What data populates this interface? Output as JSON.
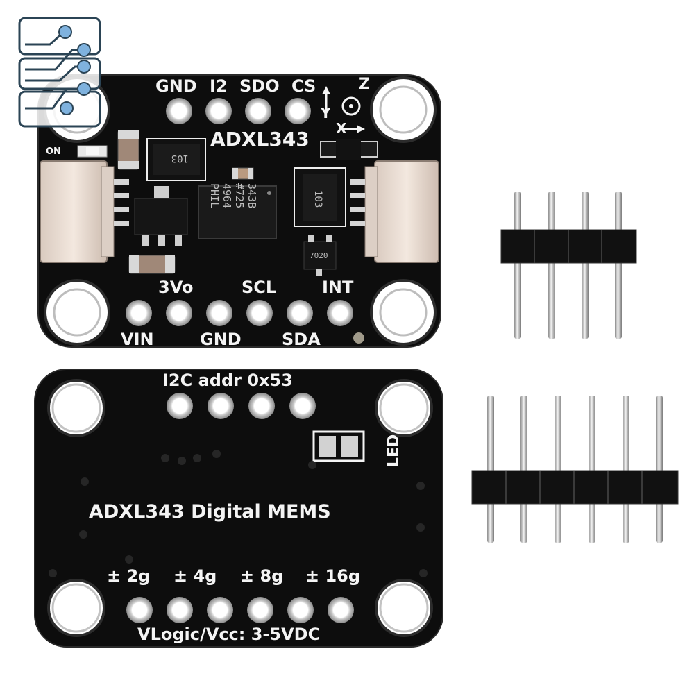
{
  "front_board": {
    "top_pins": [
      "GND",
      "I2",
      "SDO",
      "CS"
    ],
    "bottom_pins_upper": [
      "3Vo",
      "SCL",
      "INT"
    ],
    "bottom_pins_lower": [
      "VIN",
      "GND",
      "SDA"
    ],
    "title": "ADXL343",
    "on_label": "ON",
    "axis_labels": {
      "z": "Z",
      "y": "Y",
      "x": "X"
    },
    "chip_main": [
      "343B",
      "#725",
      "4964",
      "PHIL"
    ],
    "chip_resistor_left": "103",
    "chip_resistor_right": "103",
    "chip_small": "7020"
  },
  "back_board": {
    "addr_label": "I2C addr 0x53",
    "led_label": "LED",
    "title": "ADXL343 Digital MEMS",
    "ranges": [
      "± 2g",
      "± 4g",
      "± 8g",
      "± 16g"
    ],
    "voltage_label": "VLogic/Vcc: 3-5VDC"
  },
  "colors": {
    "pcb": "#0d0d0d",
    "silkscreen": "#f4f4f4",
    "pad_ring": "#c8c8c8",
    "connector": "#e9dcd3",
    "logo_blue": "#7fb2de",
    "logo_outline": "#2b4455"
  },
  "icons": [
    "circuit-logo-icon",
    "axis-arrows-icon"
  ]
}
